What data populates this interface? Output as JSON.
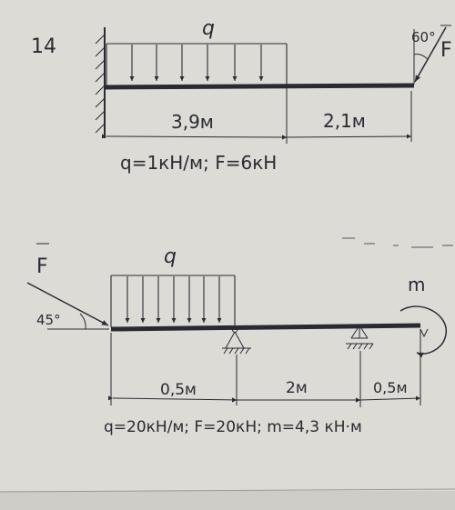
{
  "problem_number": "14",
  "diagram1": {
    "load_label": "q",
    "force_label": "F",
    "angle_label": "60°",
    "span_left": "3,9м",
    "span_right": "2,1м",
    "given": "q=1кН/м; F=6кН"
  },
  "diagram2": {
    "load_label": "q",
    "force_label": "F",
    "angle_label": "45°",
    "moment_label": "m",
    "span_left": "0,5м",
    "span_mid": "2м",
    "span_right": "0,5м",
    "given": "q=20кН/м; F=20кН; m=4,3 кН·м"
  },
  "colors": {
    "paper": "#dcdbd6",
    "ink": "#2a2a33"
  }
}
